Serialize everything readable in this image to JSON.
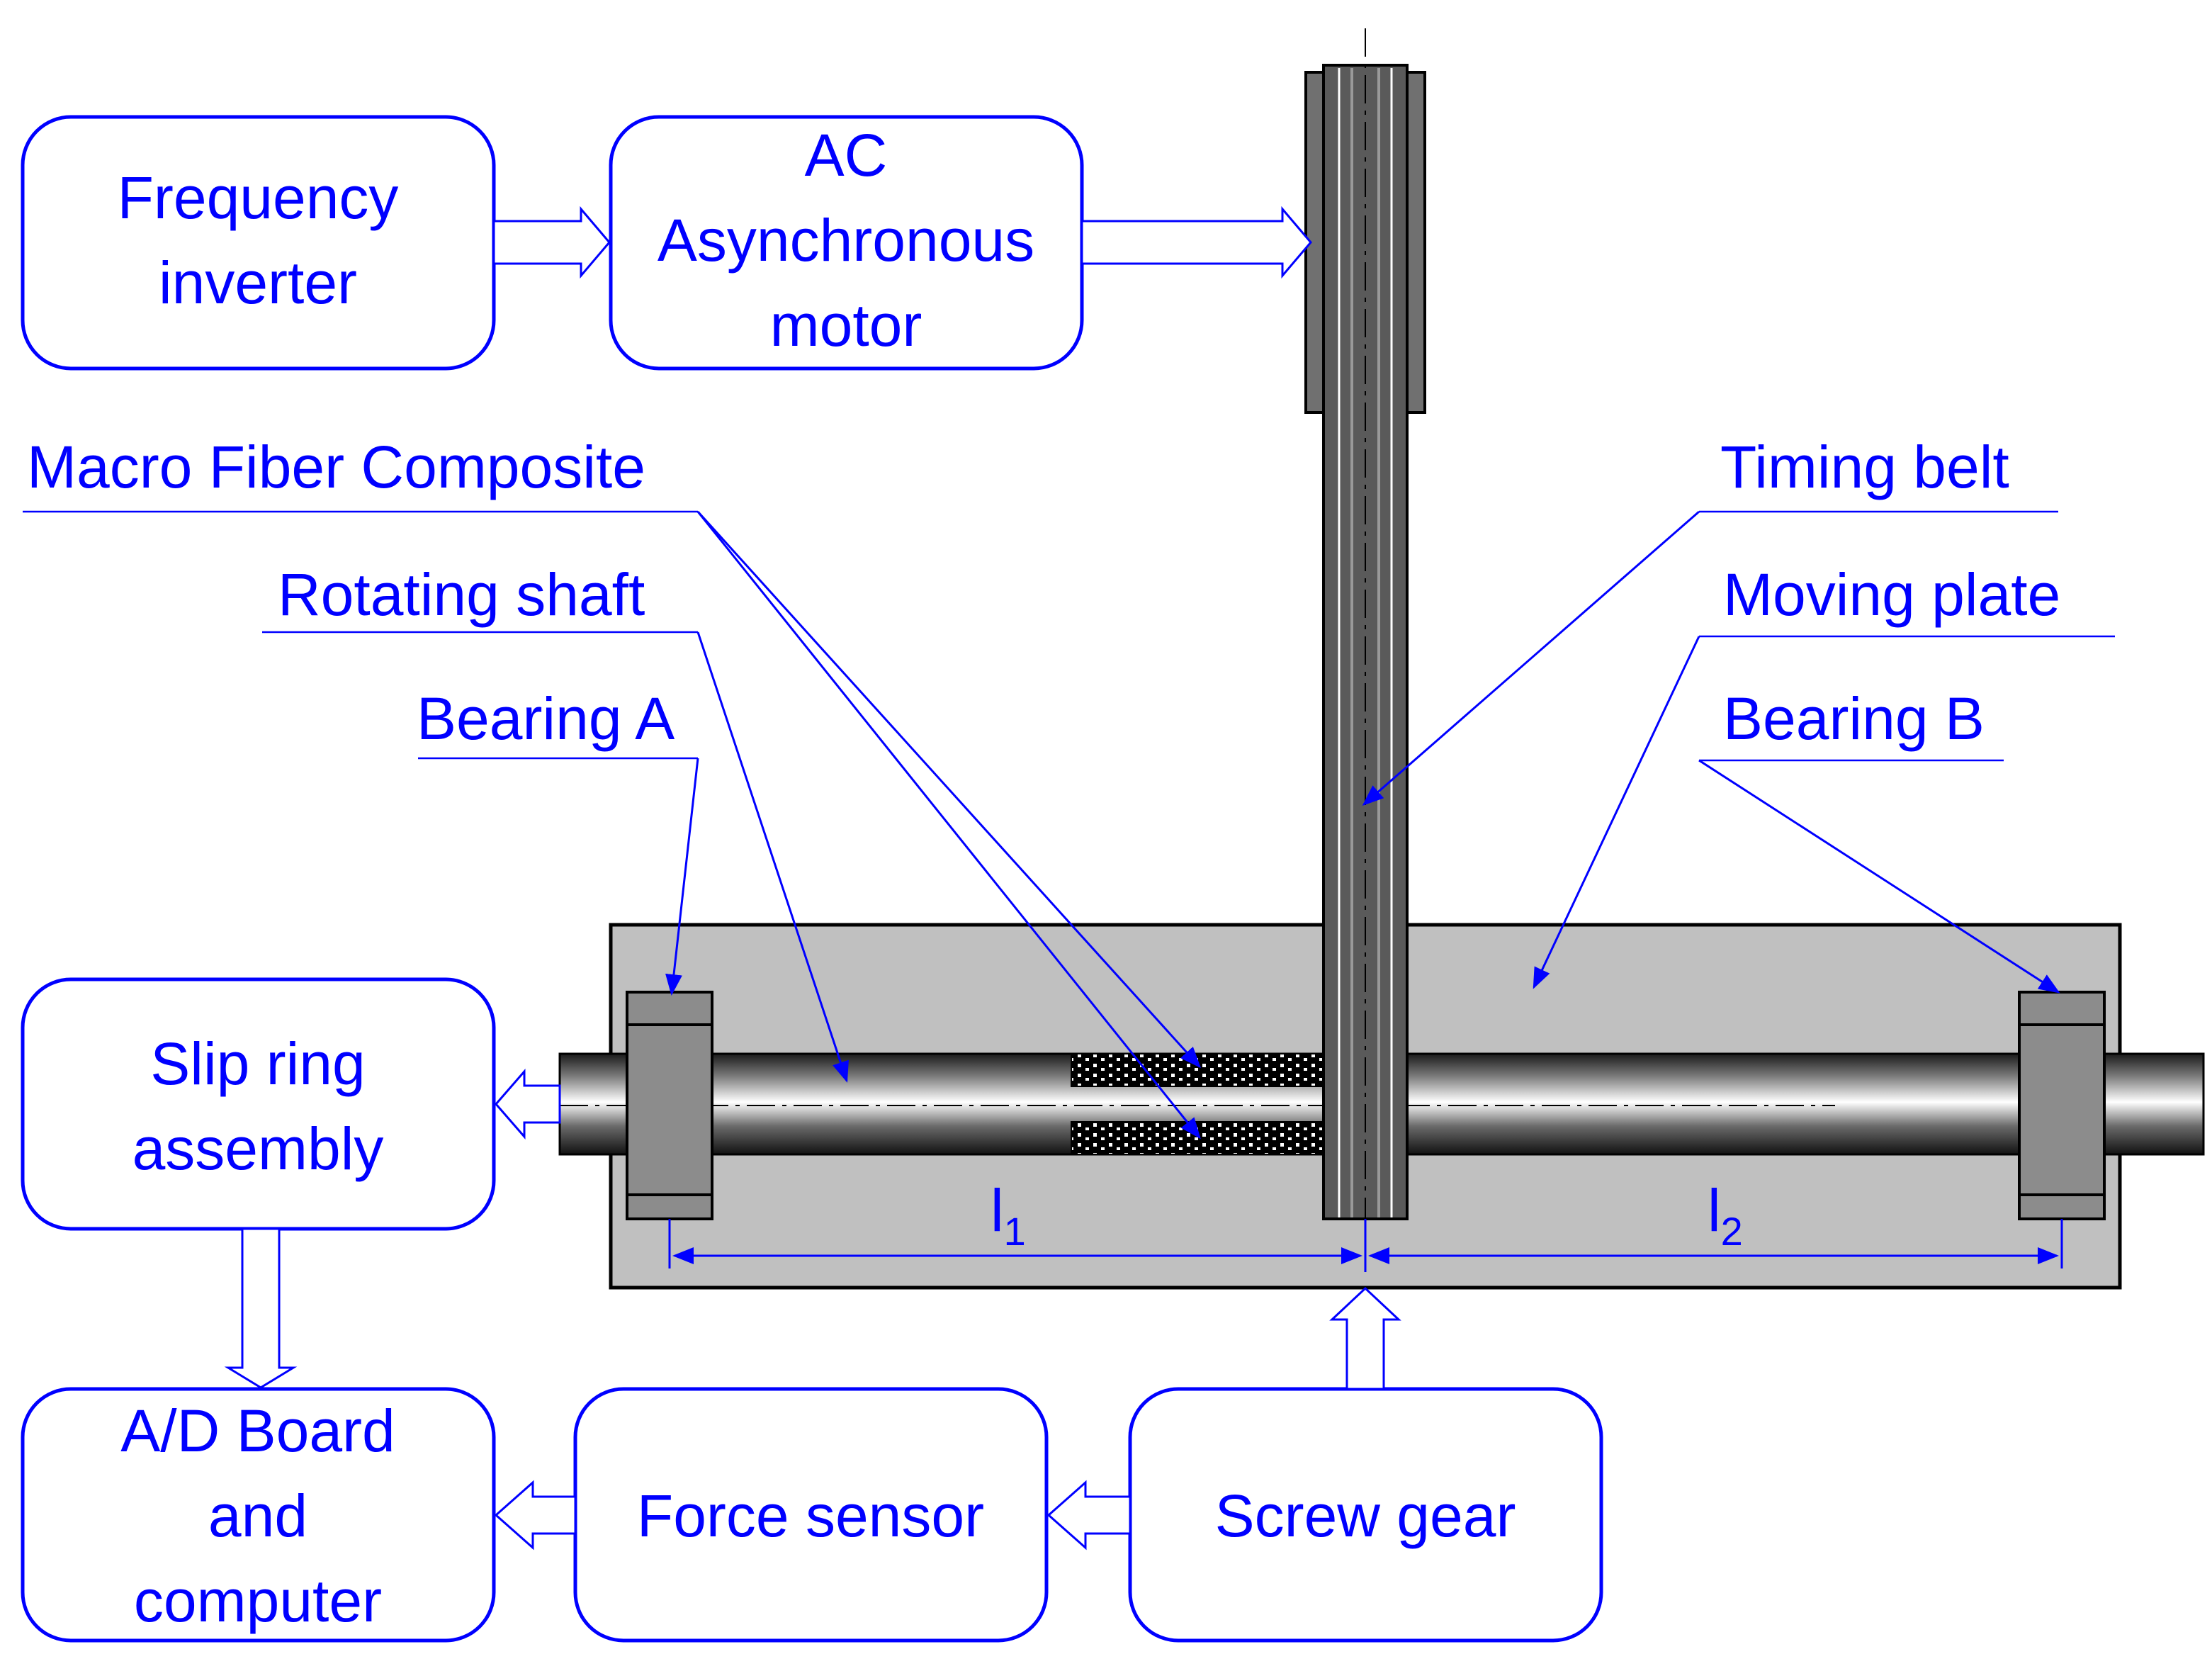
{
  "blocks": {
    "frequency_inverter": [
      "Frequency",
      "inverter"
    ],
    "ac_motor": [
      "AC",
      "Asynchronous",
      "motor"
    ],
    "slip_ring": [
      "Slip ring",
      "assembly"
    ],
    "ad_board": [
      "A/D Board",
      "and",
      "computer"
    ],
    "force_sensor": [
      "Force sensor"
    ],
    "screw_gear": [
      "Screw gear"
    ]
  },
  "callouts": {
    "mfc": "Macro Fiber Composite",
    "shaft": "Rotating shaft",
    "bearing_a": "Bearing A",
    "timing_belt": "Timing belt",
    "moving_plate": "Moving plate",
    "bearing_b": "Bearing B"
  },
  "dimensions": {
    "l1": {
      "main": "l",
      "sub": "1"
    },
    "l2": {
      "main": "l",
      "sub": "2"
    }
  },
  "colors": {
    "label": "#0000ff",
    "plate": "#c0c0c0",
    "bearing": "#8c8c8c",
    "belt": "#5a5a5a"
  }
}
